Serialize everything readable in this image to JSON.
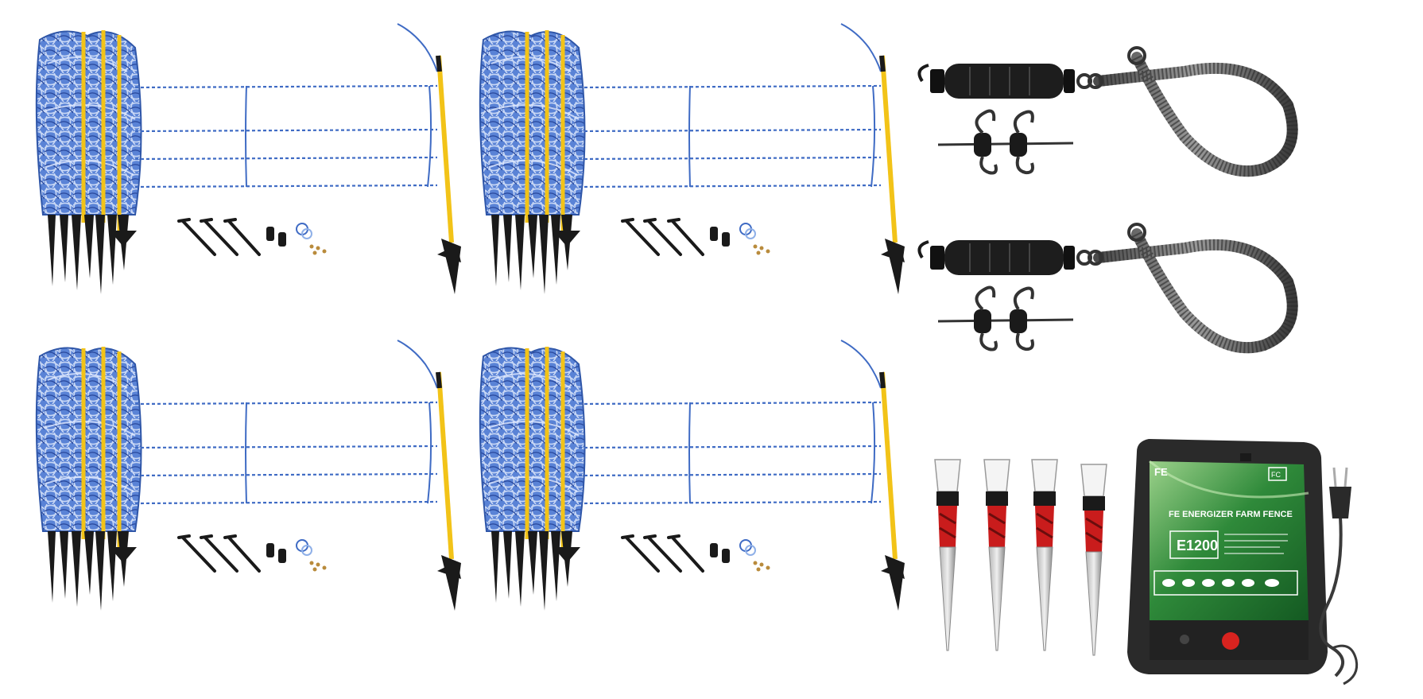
{
  "product": {
    "fence_kits": 4,
    "gate_handle_sets": 2,
    "ground_stakes": 4,
    "energizer": {
      "brand_mark": "FE",
      "logo": "FC",
      "label": "FE ENERGIZER FARM FENCE",
      "model": "E1200"
    }
  },
  "colors": {
    "net_blue": "#3f6bc4",
    "net_light": "#8fb0e8",
    "post_yellow": "#f2c318",
    "post_black": "#1a1a1a",
    "energizer_green": "#2f8a3a",
    "energizer_case": "#2a2a2a",
    "knob_red": "#d8231f",
    "spring_steel": "#6d6d6d"
  }
}
